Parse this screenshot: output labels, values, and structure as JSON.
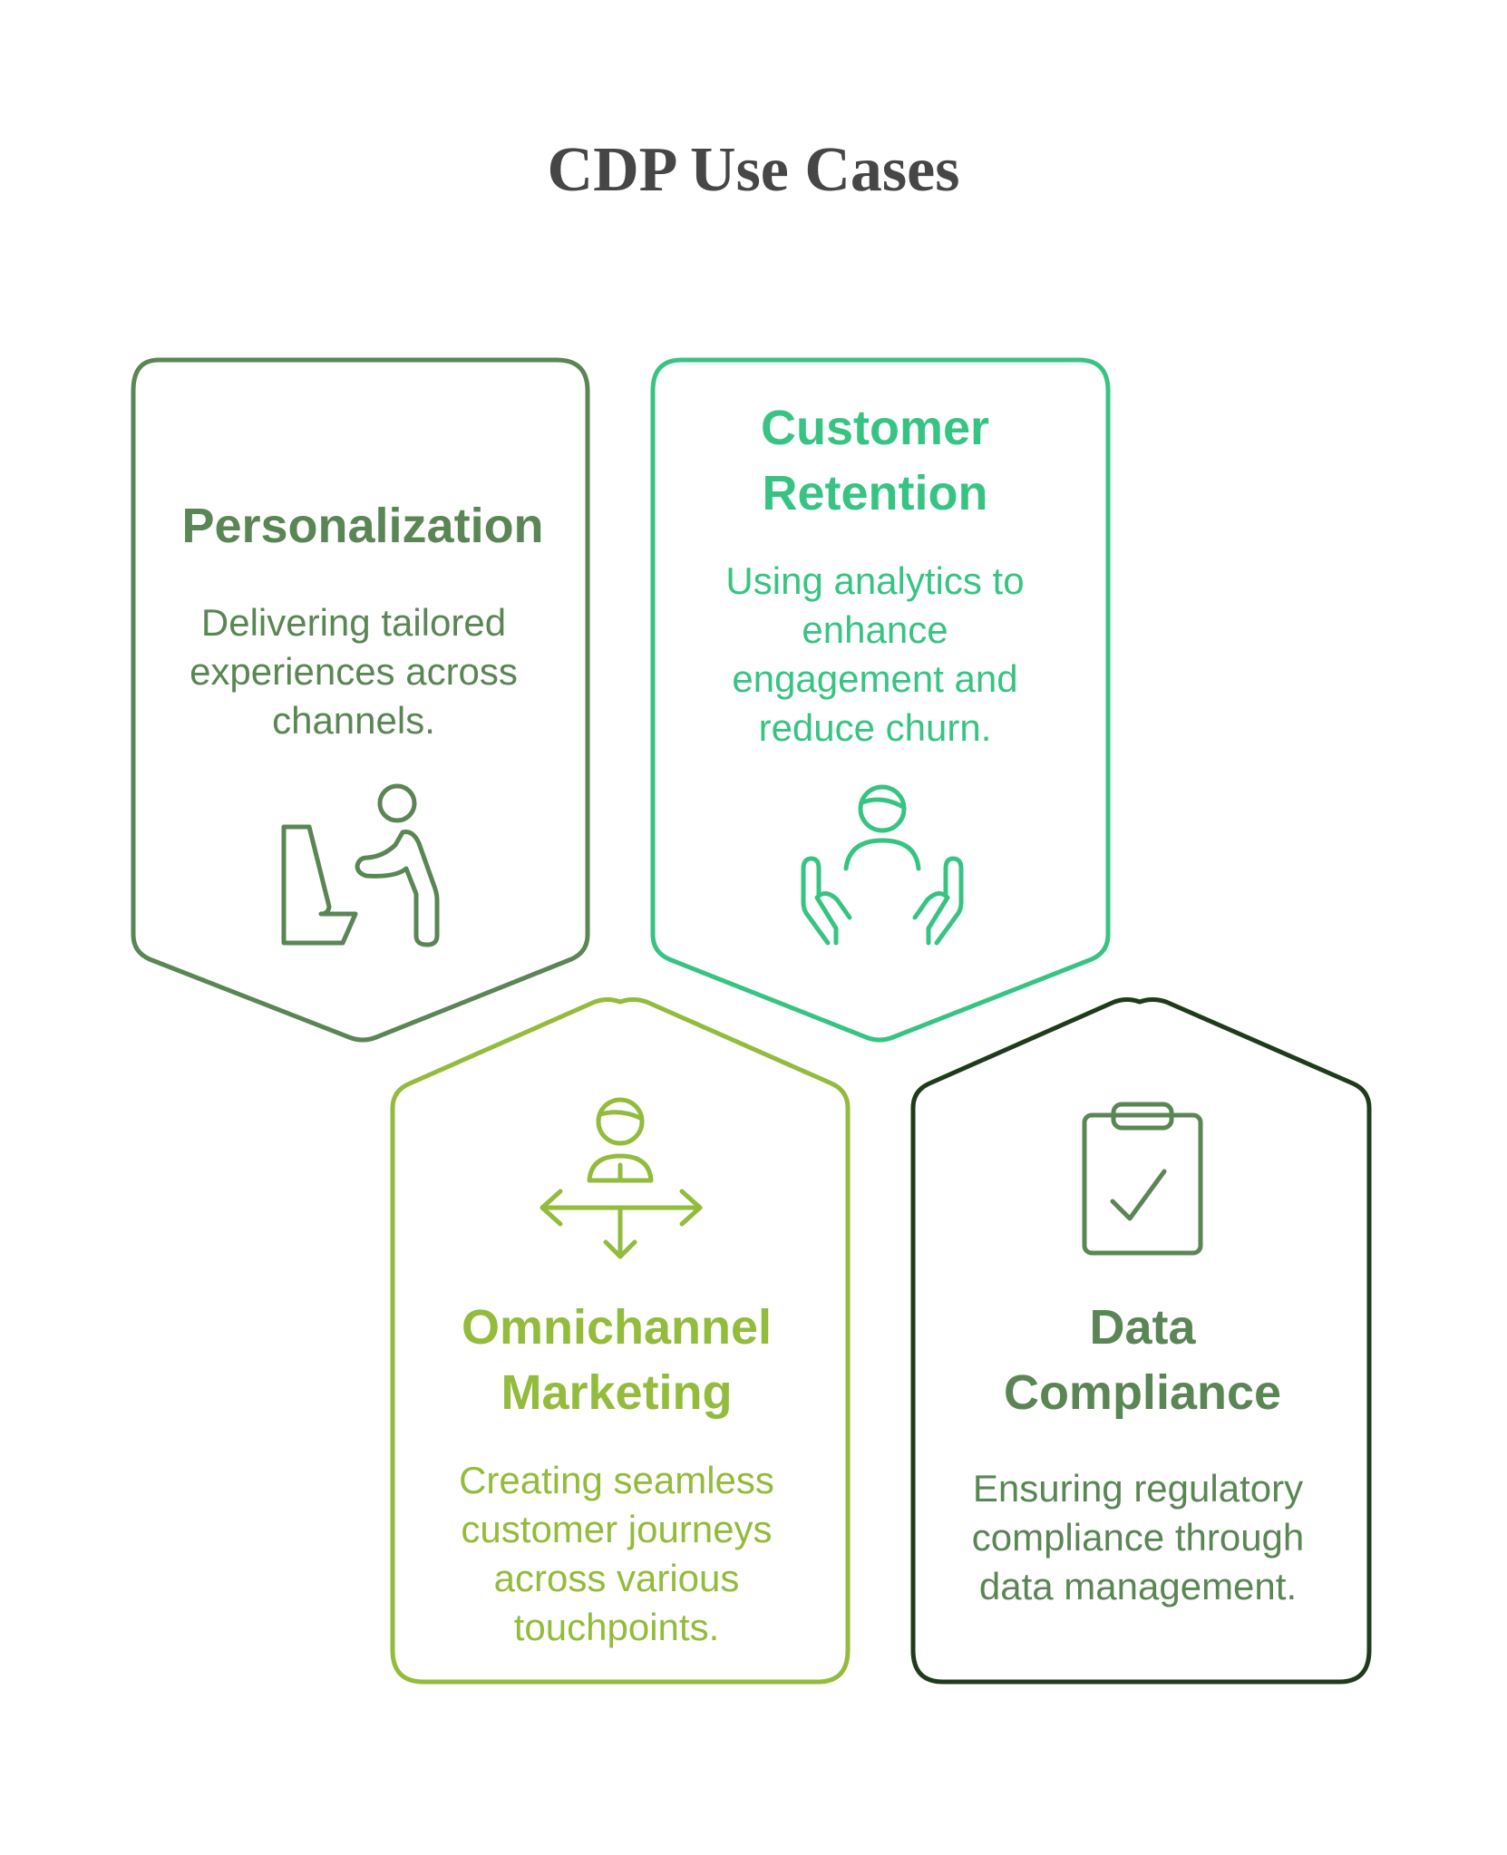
{
  "title": "CDP Use Cases",
  "colors": {
    "personalization": "#5a8554",
    "retention": "#37c483",
    "omnichannel": "#93bb3c",
    "compliance": "#1f3b1c",
    "compliance_text": "#5a8554",
    "title": "#464646"
  },
  "cards": [
    {
      "id": "personalization",
      "title": "Personalization",
      "description": "Delivering tailored experiences across channels.",
      "icon": "person-at-desk-icon"
    },
    {
      "id": "retention",
      "title": "Customer Retention",
      "description": "Using analytics to enhance engagement and reduce churn.",
      "icon": "hands-holding-person-icon"
    },
    {
      "id": "omnichannel",
      "title": "Omnichannel Marketing",
      "description": "Creating seamless customer journeys across various touchpoints.",
      "icon": "person-directions-icon"
    },
    {
      "id": "compliance",
      "title": "Data Compliance",
      "description": "Ensuring regulatory compliance through data management.",
      "icon": "clipboard-check-icon"
    }
  ]
}
